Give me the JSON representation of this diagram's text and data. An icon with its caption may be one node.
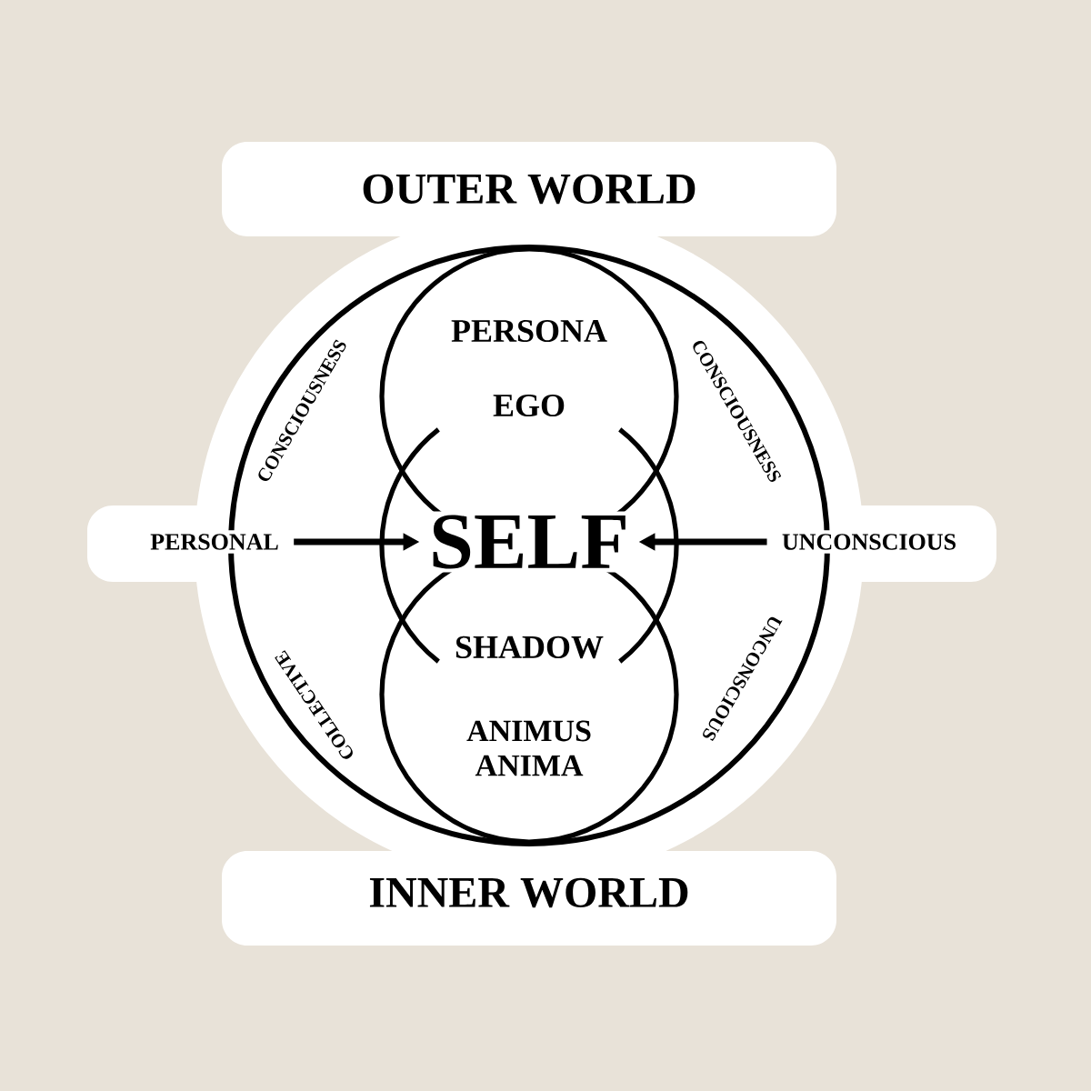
{
  "diagram": {
    "nodes": [
      {
        "text": [
          "PERSONAL"
        ]
      },
      {
        "text": [
          "SELF"
        ]
      },
      {
        "text": [
          "UNCONSCIOUS"
        ]
      }
    ],
    "edges": [
      {
        "from": 0,
        "to": 1,
        "arrow": "to"
      },
      {
        "from": 2,
        "to": 1,
        "arrow": "to"
      }
    ],
    "labels": [
      "OUTER WORLD",
      "CONSCIOUSNESS",
      "PERSONA",
      "CONSCIOUSNESS",
      "EGO",
      "SHADOW",
      "COLLECTIVE",
      "UNCONSCIOUS",
      "ANIMUS",
      "ANIMA",
      "INNER WORLD"
    ]
  }
}
